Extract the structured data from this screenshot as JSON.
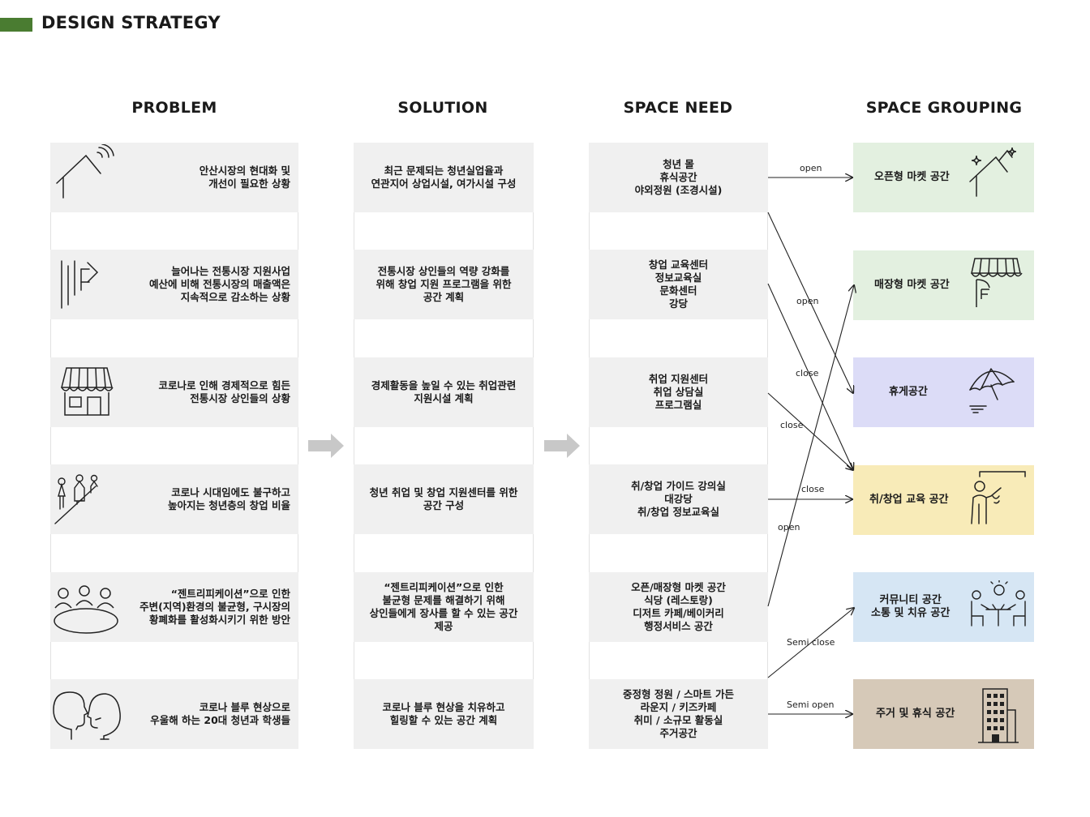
{
  "header": {
    "title": "DESIGN STRATEGY"
  },
  "columns": {
    "problem": "PROBLEM",
    "solution": "SOLUTION",
    "space_need": "SPACE NEED",
    "space_grouping": "SPACE GROUPING"
  },
  "problems": [
    {
      "text": "안산시장의 현대화 및\n개선이 필요한 상황",
      "icon": "roof-icon"
    },
    {
      "text": "늘어나는 전통시장 지원사업\n예산에 비해 전통시장의 매출액은\n지속적으로 감소하는 상황",
      "icon": "decline-graph-icon"
    },
    {
      "text": "코로나로 인해 경제적으로 힘든\n전통시장 상인들의 상황",
      "icon": "storefront-icon"
    },
    {
      "text": "코로나 시대임에도 불구하고\n높아지는 청년층의 창업 비율",
      "icon": "people-rising-icon"
    },
    {
      "text": "“젠트리피케이션”으로 인한\n주변(지역)환경의 불균형, 구시장의\n황폐화를 활성화시키기 위한 방안",
      "icon": "meeting-table-icon"
    },
    {
      "text": "코로나 블루 현상으로\n우울해 하는 20대 청년과 학생들",
      "icon": "two-heads-icon"
    }
  ],
  "solutions": [
    "최근 문제되는 청년실업율과\n연관지어 상업시설, 여가시설 구성",
    "전통시장 상인들의 역량 강화를\n위해 창업 지원 프로그램을 위한\n공간 계획",
    "경제활동을 높일 수 있는 취업관련\n지원시설 계획",
    "청년 취업 및 창업 지원센터를 위한\n공간 구성",
    "“젠트리피케이션”으로 인한\n불균형 문제를 해결하기 위해\n상인들에게 장사를 할 수 있는 공간\n제공",
    "코로나 블루 현상을 치유하고\n힐링할 수 있는 공간 계획"
  ],
  "space_needs": [
    "청년 몰\n휴식공간\n야외정원 (조경시설)",
    "창업 교육센터\n정보교육실\n문화센터\n강당",
    "취업 지원센터\n취업 상담실\n프로그램실",
    "취/창업 가이드 강의실\n대강당\n취/창업 정보교육실",
    "오픈/매장형 마켓 공간\n식당 (레스토랑)\n디저트 카페/베이커리\n행정서비스 공간",
    "중정형 정원 / 스마트 가든\n라운지 / 키즈카페\n취미 / 소규모 활동실\n주거공간"
  ],
  "space_groups": [
    {
      "text": "오픈형 마켓 공간",
      "color": "#e3f0e0",
      "icon": "roof-sparkle-icon"
    },
    {
      "text": "매장형 마켓 공간",
      "color": "#e3f0e0",
      "icon": "awning-icon"
    },
    {
      "text": "휴게공간",
      "color": "#dcdcf7",
      "icon": "umbrella-icon"
    },
    {
      "text": "취/창업 교육 공간",
      "color": "#f8ebb8",
      "icon": "presenter-icon"
    },
    {
      "text": "커뮤니티 공간\n소통 및 치유 공간",
      "color": "#d6e6f4",
      "icon": "community-table-icon"
    },
    {
      "text": "주거 및 휴식 공간",
      "color": "#d6c9b8",
      "icon": "building-icon"
    }
  ],
  "connections": [
    {
      "label": "open"
    },
    {
      "label": "open"
    },
    {
      "label": "close"
    },
    {
      "label": "close"
    },
    {
      "label": "close"
    },
    {
      "label": "open"
    },
    {
      "label": "Semi close"
    },
    {
      "label": "Semi open"
    }
  ],
  "colors": {
    "accent": "#4a7c31",
    "cell": "#f0f0f0",
    "arrow": "#c8c8c8"
  }
}
